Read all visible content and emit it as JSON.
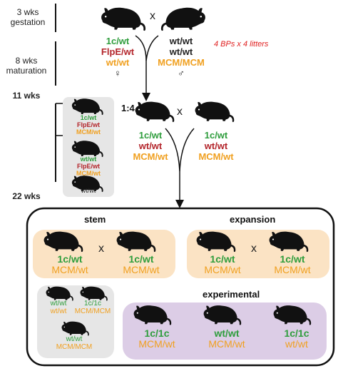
{
  "colors": {
    "green": "#2e9d3c",
    "red": "#b3242a",
    "orange": "#f0a020",
    "black": "#222222",
    "stem_bg": "#fbe3c4",
    "expansion_bg": "#fbe3c4",
    "experimental_bg": "#dccde6",
    "grey_bg": "#e6e6e6"
  },
  "timeline": {
    "t1": "3 wks",
    "t1b": "gestation",
    "t2": "8 wks",
    "t2b": "maturation",
    "t3": "11 wks",
    "t4": "22 wks"
  },
  "cross1": {
    "cross_symbol": "x",
    "female": {
      "g1": "1c/wt",
      "g2": "FlpE/wt",
      "g3": "wt/wt",
      "sex": "♀"
    },
    "male": {
      "g1": "wt/wt",
      "g2": "wt/wt",
      "g3": "MCM/MCM",
      "sex": "♂"
    },
    "note": "4 BPs x 4 litters"
  },
  "cross2": {
    "ratio": "1:4",
    "cross_symbol": "x",
    "left": {
      "g1": "1c/wt",
      "g2": "wt/wt",
      "g3": "MCM/wt"
    },
    "right": {
      "g1": "1c/wt",
      "g2": "wt/wt",
      "g3": "MCM/wt"
    }
  },
  "side_box": {
    "m1": {
      "g1": "1c/wt",
      "g2": "FlpE/wt",
      "g3": "MCM/wt"
    },
    "m2": {
      "g1": "wt/wt",
      "g2": "FlpE/wt",
      "g3": "MCM/wt"
    },
    "m3": {
      "g1": "wt/wt"
    }
  },
  "stem": {
    "title": "stem",
    "cross_symbol": "x",
    "left": {
      "g1": "1c/wt",
      "g2": "MCM/wt"
    },
    "right": {
      "g1": "1c/wt",
      "g2": "MCM/wt"
    }
  },
  "expansion": {
    "title": "expansion",
    "cross_symbol": "x",
    "left": {
      "g1": "1c/wt",
      "g2": "MCM/wt"
    },
    "right": {
      "g1": "1c/wt",
      "g2": "MCM/wt"
    }
  },
  "grey_box": {
    "a": {
      "g1": "wt/wt",
      "g2": "wt/wt"
    },
    "b": {
      "g1": "1c/1c",
      "g2": "MCM/MCM"
    },
    "c": {
      "g1": "wt/wt",
      "g2": "MCM/MCM"
    }
  },
  "experimental": {
    "title": "experimental",
    "m1": {
      "g1": "1c/1c",
      "g2": "MCM/wt"
    },
    "m2": {
      "g1": "wt/wt",
      "g2": "MCM/wt"
    },
    "m3": {
      "g1": "1c/1c",
      "g2": "wt/wt"
    }
  }
}
